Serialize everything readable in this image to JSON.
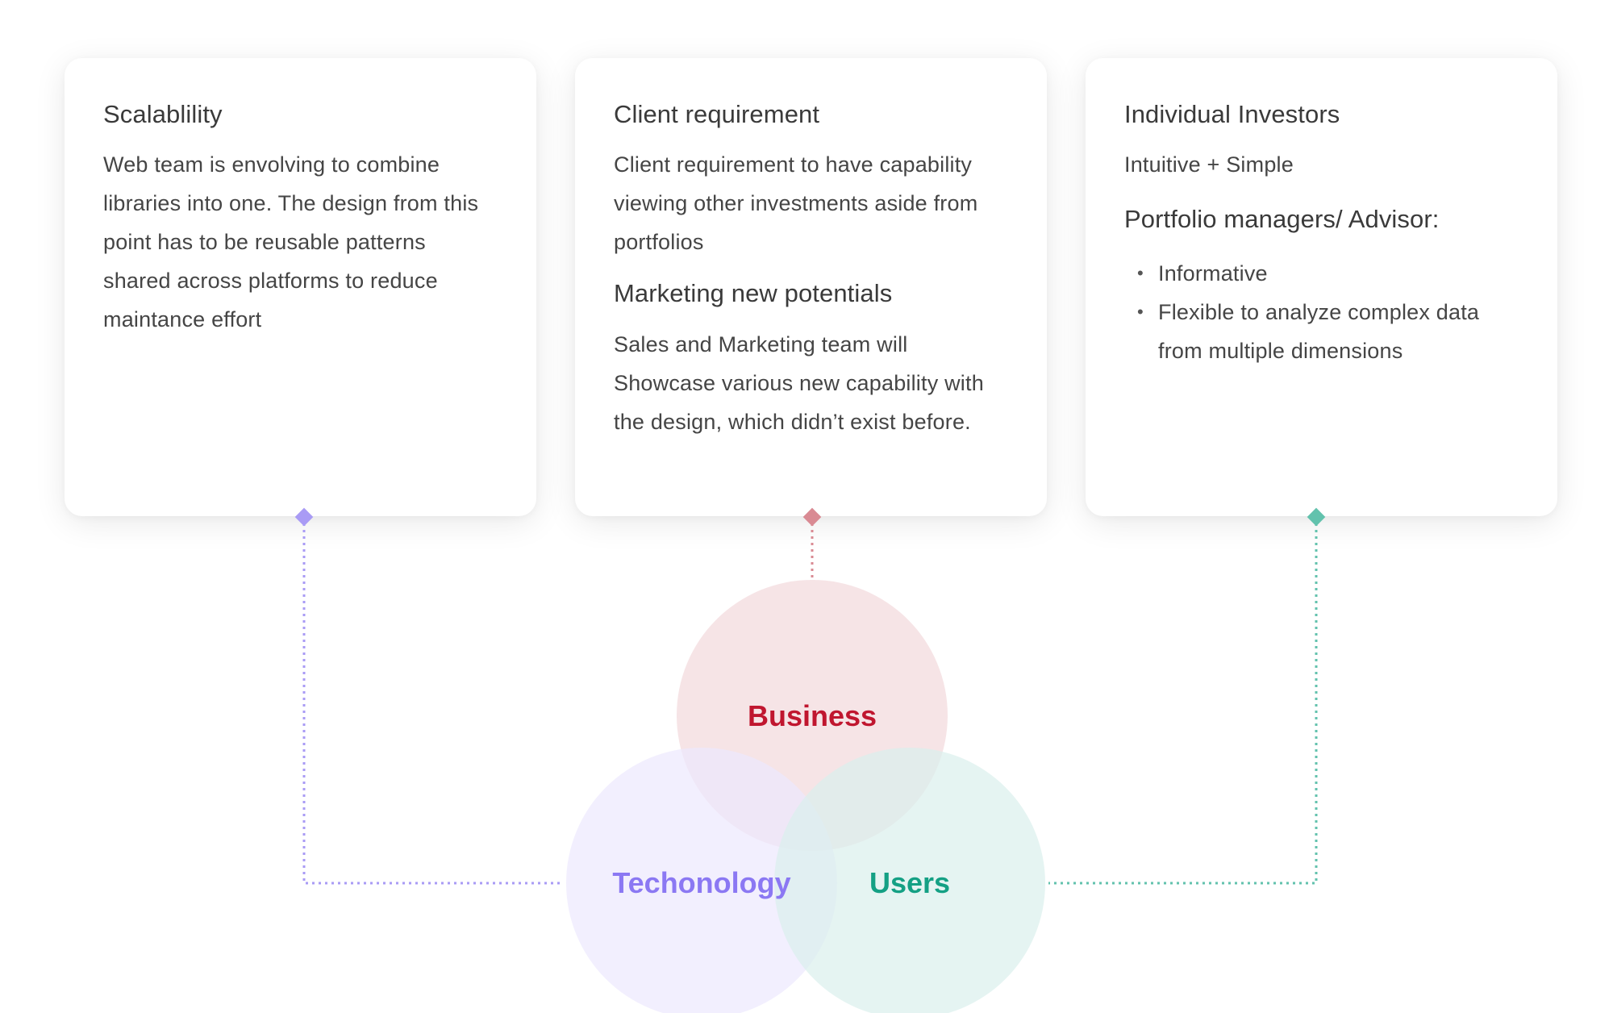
{
  "cards": [
    {
      "title": "Scalablility",
      "body": "Web team is envolving to combine libraries into one. The design from this point has to be reusable patterns shared across platforms to reduce maintance effort"
    },
    {
      "title": "Client requirement",
      "body": "Client requirement to have capability viewing other investments aside from portfolios",
      "subtitle": "Marketing new potentials",
      "body2": "Sales and Marketing team will Showcase various new capability with the design, which didn’t exist before."
    },
    {
      "title": "Individual Investors",
      "body": "Intuitive + Simple",
      "subtitle": "Portfolio managers/ Advisor:",
      "bullets": [
        "Informative",
        "Flexible to analyze complex data from multiple dimensions"
      ]
    }
  ],
  "venn": {
    "sets": [
      {
        "label": "Business",
        "fill": "#f4dfe2",
        "text_color": "#c0162f",
        "connector_color": "#d98a93"
      },
      {
        "label": "Techonology",
        "fill": "#ece8fd",
        "text_color": "#8b78f3",
        "connector_color": "#a99bf5"
      },
      {
        "label": "Users",
        "fill": "#daf0ec",
        "text_color": "#14a084",
        "connector_color": "#62c2ad"
      }
    ]
  }
}
